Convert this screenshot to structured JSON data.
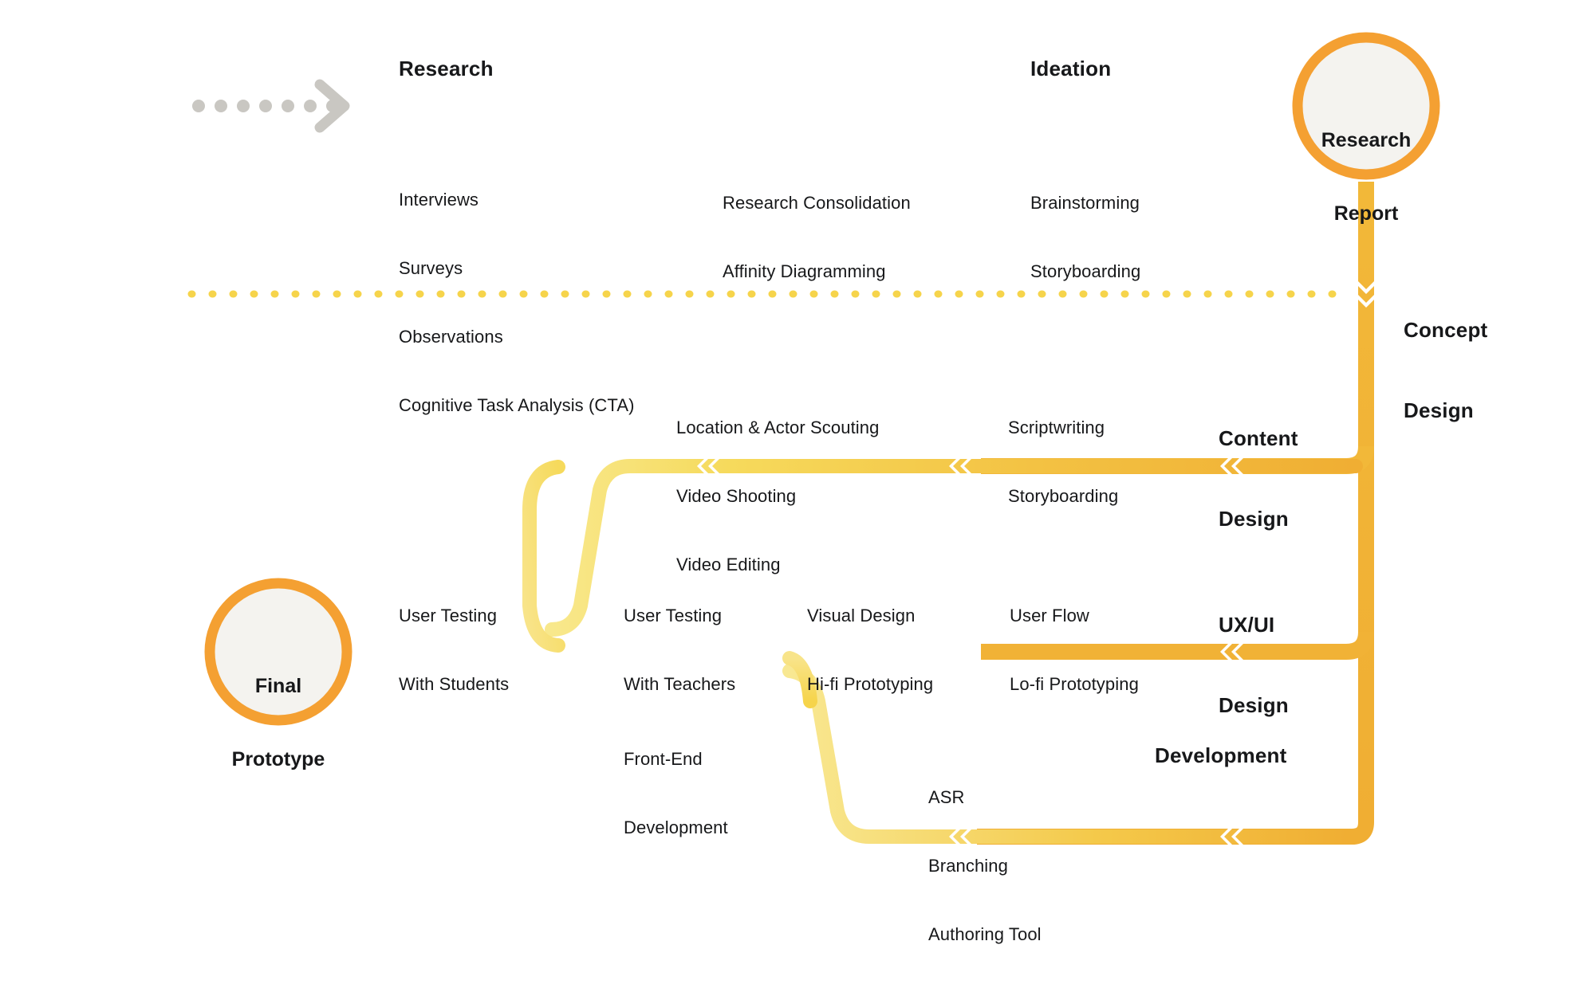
{
  "diagram": {
    "title": "Design Process Flow",
    "colors": {
      "pale_yellow": "#F7E277",
      "yellow": "#F6D44B",
      "amber": "#F2B839",
      "orange": "#F4A032",
      "deep_orange": "#EE8B22",
      "dot_gray": "#C9C7C2",
      "node_fill": "#F4F3EF",
      "text": "#17181a"
    }
  },
  "nodes": [
    {
      "id": "research-report",
      "line1": "Research",
      "line2": "Report"
    },
    {
      "id": "final-prototype",
      "line1": "Final",
      "line2": "Prototype"
    }
  ],
  "phases": {
    "research": {
      "title": "Research",
      "tasks": [
        "Interviews",
        "Surveys",
        "Observations",
        "Cognitive Task Analysis (CTA)"
      ]
    },
    "consolidation": {
      "title": "",
      "tasks": [
        "Research Consolidation",
        "Affinity Diagramming"
      ]
    },
    "ideation": {
      "title": "Ideation",
      "tasks": [
        "Brainstorming",
        "Storyboarding"
      ]
    },
    "concept_design": {
      "title": "Concept\nDesign",
      "tasks": []
    },
    "content_left": {
      "title": "",
      "tasks": [
        "Location & Actor Scouting",
        "Video Shooting",
        "Video Editing"
      ]
    },
    "content_right": {
      "title": "",
      "tasks": [
        "Scriptwriting",
        "Storyboarding"
      ]
    },
    "content_design": {
      "title": "Content\nDesign",
      "tasks": []
    },
    "ux_students": {
      "title": "",
      "tasks": [
        "User Testing",
        "With Students"
      ]
    },
    "ux_teachers": {
      "title": "",
      "tasks": [
        "User Testing",
        "With Teachers"
      ]
    },
    "ux_visual": {
      "title": "",
      "tasks": [
        "Visual Design",
        "Hi-fi Prototyping"
      ]
    },
    "ux_flow": {
      "title": "",
      "tasks": [
        "User Flow",
        "Lo-fi Prototyping"
      ]
    },
    "ux_design": {
      "title": "UX/UI\nDesign",
      "tasks": []
    },
    "dev_frontend": {
      "title": "",
      "tasks": [
        "Front-End",
        "Development"
      ]
    },
    "dev_tools": {
      "title": "",
      "tasks": [
        "ASR",
        "Branching",
        "Authoring Tool"
      ]
    },
    "development": {
      "title": "Development",
      "tasks": []
    }
  },
  "chart_data": {
    "type": "diagram",
    "title": "Design Process Flow",
    "flow_direction": "serpentine: left-to-right (top row), then right-to-left (rows 2-4)",
    "stages": [
      {
        "stage": "Research",
        "row": 1,
        "segments": [
          {
            "label": "Research",
            "tasks": [
              "Interviews",
              "Surveys",
              "Observations",
              "Cognitive Task Analysis (CTA)"
            ]
          },
          {
            "label": "",
            "tasks": [
              "Research Consolidation",
              "Affinity Diagramming"
            ]
          },
          {
            "label": "Ideation",
            "tasks": [
              "Brainstorming",
              "Storyboarding"
            ]
          }
        ],
        "output": "Research Report"
      },
      {
        "stage": "Concept Design",
        "row": "divider",
        "segments": []
      },
      {
        "stage": "Content Design",
        "row": 2,
        "segments": [
          {
            "label": "",
            "tasks": [
              "Location & Actor Scouting",
              "Video Shooting",
              "Video Editing"
            ]
          },
          {
            "label": "",
            "tasks": [
              "Scriptwriting",
              "Storyboarding"
            ]
          }
        ]
      },
      {
        "stage": "UX/UI Design",
        "row": 3,
        "segments": [
          {
            "label": "",
            "tasks": [
              "User Testing",
              "With Students"
            ]
          },
          {
            "label": "",
            "tasks": [
              "User Testing",
              "With Teachers"
            ]
          },
          {
            "label": "",
            "tasks": [
              "Visual Design",
              "Hi-fi Prototyping"
            ]
          },
          {
            "label": "",
            "tasks": [
              "User Flow",
              "Lo-fi Prototyping"
            ]
          }
        ],
        "output": "Final Prototype"
      },
      {
        "stage": "Development",
        "row": 4,
        "segments": [
          {
            "label": "",
            "tasks": [
              "Front-End",
              "Development"
            ]
          },
          {
            "label": "",
            "tasks": [
              "ASR",
              "Branching",
              "Authoring Tool"
            ]
          }
        ]
      }
    ]
  }
}
